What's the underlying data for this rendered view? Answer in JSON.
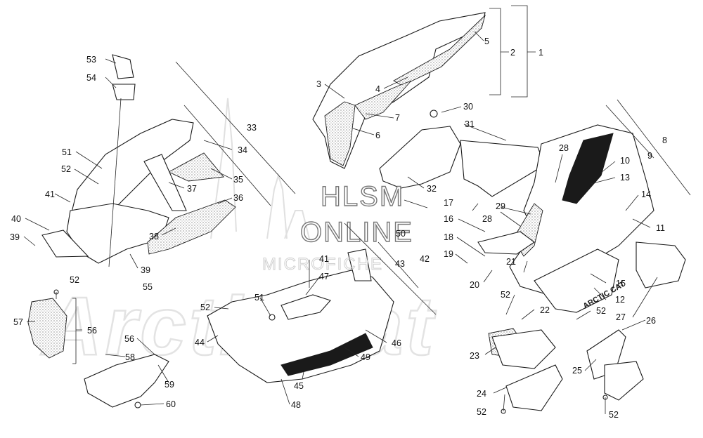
{
  "watermark": {
    "line1": "HLSM",
    "line2": "ONLINE",
    "line3": "MICROFICHE",
    "logo": "ArcticCat"
  },
  "decal_text": "ARCTIC CAT",
  "callouts": [
    "1",
    "2",
    "3",
    "4",
    "5",
    "6",
    "7",
    "8",
    "9",
    "10",
    "11",
    "12",
    "13",
    "14",
    "15",
    "16",
    "17",
    "18",
    "19",
    "20",
    "21",
    "22",
    "23",
    "24",
    "25",
    "26",
    "27",
    "28",
    "28",
    "29",
    "30",
    "31",
    "32",
    "33",
    "34",
    "35",
    "36",
    "37",
    "38",
    "39",
    "39",
    "40",
    "41",
    "41",
    "42",
    "43",
    "44",
    "45",
    "46",
    "47",
    "48",
    "49",
    "50",
    "51",
    "51",
    "52",
    "52",
    "52",
    "52",
    "52",
    "52",
    "52",
    "53",
    "54",
    "55",
    "56",
    "56",
    "57",
    "58",
    "59",
    "60"
  ]
}
